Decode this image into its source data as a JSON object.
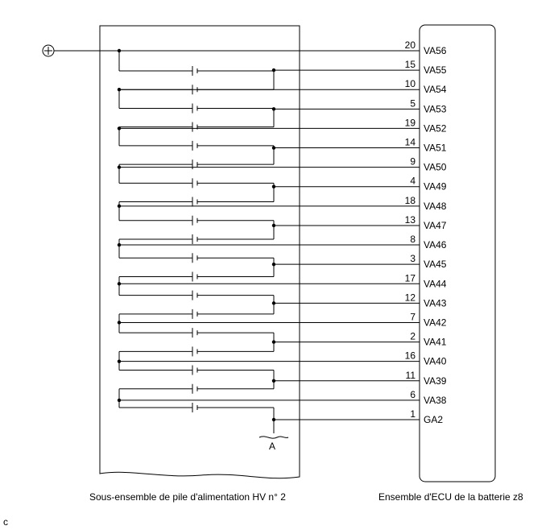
{
  "captions": {
    "battery_stack": "Sous-ensemble de pile d'alimentation HV n° 2",
    "ecu": "Ensemble d'ECU de la batterie z8",
    "corner_code": "c",
    "connector_point": "A",
    "positive_symbol": "+"
  },
  "terminals": [
    {
      "pin": "20",
      "name": "VA56"
    },
    {
      "pin": "15",
      "name": "VA55"
    },
    {
      "pin": "10",
      "name": "VA54"
    },
    {
      "pin": "5",
      "name": "VA53"
    },
    {
      "pin": "19",
      "name": "VA52"
    },
    {
      "pin": "14",
      "name": "VA51"
    },
    {
      "pin": "9",
      "name": "VA50"
    },
    {
      "pin": "4",
      "name": "VA49"
    },
    {
      "pin": "18",
      "name": "VA48"
    },
    {
      "pin": "13",
      "name": "VA47"
    },
    {
      "pin": "8",
      "name": "VA46"
    },
    {
      "pin": "3",
      "name": "VA45"
    },
    {
      "pin": "17",
      "name": "VA44"
    },
    {
      "pin": "12",
      "name": "VA43"
    },
    {
      "pin": "7",
      "name": "VA42"
    },
    {
      "pin": "2",
      "name": "VA41"
    },
    {
      "pin": "16",
      "name": "VA40"
    },
    {
      "pin": "11",
      "name": "VA39"
    },
    {
      "pin": "6",
      "name": "VA38"
    },
    {
      "pin": "1",
      "name": "GA2"
    }
  ],
  "cell_count": 19
}
